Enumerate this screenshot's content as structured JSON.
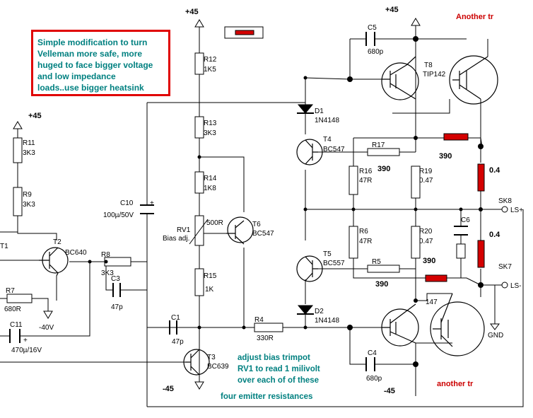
{
  "note_box": {
    "lines": [
      "Simple modification to turn",
      "Velleman more safe, more",
      "huged to face bigger voltage",
      "and low impedance",
      "loads..use bigger heatsink"
    ]
  },
  "rails": {
    "pos_top": "+45",
    "pos_mid": "+45",
    "pos_left": "+45",
    "neg_mid": "-40V",
    "neg_bottom_left": "-45",
    "neg_bottom_right": "-45"
  },
  "components": {
    "R12": {
      "ref": "R12",
      "value": "1K5"
    },
    "R13": {
      "ref": "R13",
      "value": "3K3"
    },
    "R14": {
      "ref": "R14",
      "value": "1K8"
    },
    "R15": {
      "ref": "R15",
      "value": "1K"
    },
    "RV1": {
      "ref": "RV1",
      "value": "500R",
      "desc": "Bias adj."
    },
    "T6": {
      "ref": "T6",
      "value": "BC547"
    },
    "R11": {
      "ref": "R11",
      "value": "3K3"
    },
    "R9": {
      "ref": "R9",
      "value": "3K3"
    },
    "T1": {
      "ref": "T1"
    },
    "T2": {
      "ref": "T2",
      "value": "BC640"
    },
    "R8": {
      "ref": "R8",
      "value": "3K3"
    },
    "C3": {
      "ref": "C3",
      "value": "47p"
    },
    "R7": {
      "ref": "R7",
      "value": "680R"
    },
    "C11": {
      "ref": "C11",
      "value": "470µ/16V"
    },
    "C10": {
      "ref": "C10",
      "value": "100µ/50V"
    },
    "C1": {
      "ref": "C1",
      "value": "47p"
    },
    "T3": {
      "ref": "T3",
      "value": "BC639"
    },
    "R4": {
      "ref": "R4",
      "value": "330R"
    },
    "D1": {
      "ref": "D1",
      "value": "1N4148"
    },
    "D2": {
      "ref": "D2",
      "value": "1N4148"
    },
    "T4": {
      "ref": "T4",
      "value": "BC547"
    },
    "T5": {
      "ref": "T5",
      "value": "BC557"
    },
    "R17": {
      "ref": "R17"
    },
    "R16": {
      "ref": "R16",
      "value": "47R"
    },
    "R6": {
      "ref": "R6",
      "value": "47R"
    },
    "R5": {
      "ref": "R5"
    },
    "R19": {
      "ref": "R19",
      "value": "0.47"
    },
    "R20": {
      "ref": "R20",
      "value": "0.47"
    },
    "C5": {
      "ref": "C5",
      "value": "680p"
    },
    "C4": {
      "ref": "C4",
      "value": "680p"
    },
    "C6": {
      "ref": "C6"
    },
    "T8": {
      "ref": "T8",
      "value": "TIP142"
    },
    "T7": {
      "value": "147"
    },
    "SK8": {
      "ref": "SK8",
      "value": "LS+"
    },
    "SK7": {
      "ref": "SK7",
      "value": "LS-"
    },
    "GND": {
      "value": "GND"
    }
  },
  "annotations": {
    "r390_a": "390",
    "r390_b": "390",
    "r390_c": "390",
    "r390_d": "390",
    "r04_a": "0.4",
    "r04_b": "0.4",
    "another_top": "Another tr",
    "another_bottom": "another tr",
    "adjust_line1": "adjust bias trimpot",
    "adjust_line2": "RV1 to read 1 milivolt",
    "adjust_line3": "over each of of these",
    "adjust_line4": "four emitter resistances"
  },
  "colors": {
    "added_resistor": "#d40000",
    "note_text": "#008080",
    "note_border": "#e00000"
  }
}
